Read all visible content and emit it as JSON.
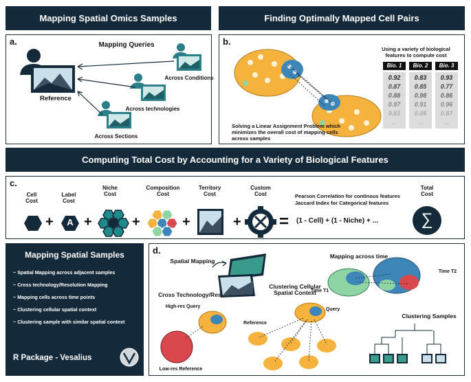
{
  "banners": {
    "left": "Mapping Spatial Omics Samples",
    "right": "Finding Optimally Mapped Cell Pairs",
    "middle": "Computing Total Cost by Accounting for a Variety of Biological Features"
  },
  "panel_a": {
    "letter": "a.",
    "mapping_queries": "Mapping Queries",
    "reference": "Reference",
    "across_conditions": "Across Conditions",
    "across_technologies": "Across technologies",
    "across_sections": "Across Sections"
  },
  "panel_b": {
    "letter": "b.",
    "note": "Using a variety of biological features to compute cost",
    "solving": "Solving a Linear Assignment Problem which minimizes the overall cost of mapping cells across samples",
    "columns": [
      {
        "header": "Bio. 1",
        "values": [
          "0.92",
          "0.87",
          "0.88",
          "0.97",
          "0.81",
          "..."
        ]
      },
      {
        "header": "Bio. 2",
        "values": [
          "0.83",
          "0.85",
          "0.98",
          "0.91",
          "0.86",
          "..."
        ]
      },
      {
        "header": "Bio. 3",
        "values": [
          "0.93",
          "0.77",
          "0.86",
          "0.96",
          "0.87",
          "..."
        ]
      }
    ]
  },
  "panel_c": {
    "letter": "c.",
    "cell_cost": "Cell Cost",
    "label_cost": "Label Cost",
    "niche_cost": "Niche Cost",
    "composition_cost": "Composition Cost",
    "territory_cost": "Territory Cost",
    "custom_cost": "Custom Cost",
    "label_glyph": "A",
    "pearson": "Pearson Correlation for continous features",
    "jaccard": "Jaccard Index for Categorical features",
    "formula": "(1 - Cell) + (1 - Niche) + ...",
    "total_cost": "Total Cost",
    "sigma": "∑",
    "plus": "+",
    "equals": "="
  },
  "sidebar": {
    "title": "Mapping Spatial Samples",
    "items": [
      "~ Spatial Mapping across adjacent samples",
      "~ Cross technology/Resolution Mapping",
      "~ Mapping cells across time points",
      "~ Clustering cellular spatial context",
      "~ Clustering sample with similar spatial context"
    ],
    "package": "R Package - Vesalius"
  },
  "panel_d": {
    "letter": "d.",
    "spatial_mapping": "Spatial Mapping",
    "mapping_time": "Mapping across time",
    "time_t1": "Time T1",
    "time_t2": "Time T2",
    "cross_tech": "Cross Technology/Resolution",
    "highres": "High-res Query",
    "lowres": "Low-res Reference",
    "clustering_context": "Clustering Cellular Spatial Context",
    "query": "Query",
    "reference": "Reference",
    "clustering_samples": "Clustering Samples"
  },
  "colors": {
    "navy": "#14293a",
    "orange": "#f5b23d",
    "blue": "#3f86b8",
    "green": "#8fd4a5",
    "red": "#d9484c",
    "teal": "#1f8a8a"
  }
}
